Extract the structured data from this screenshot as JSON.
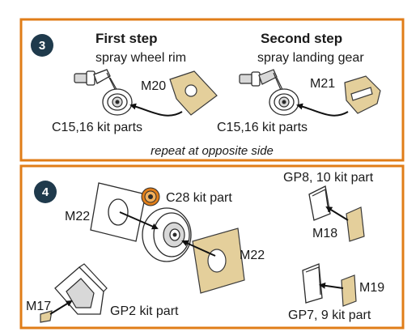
{
  "step3": {
    "number": "3",
    "first": {
      "title": "First step",
      "subtitle": "spray wheel rim",
      "mask_label": "M20",
      "parts_label": "C15,16 kit parts"
    },
    "second": {
      "title": "Second step",
      "subtitle": "spray landing gear",
      "mask_label": "M21",
      "parts_label": "C15,16 kit parts"
    },
    "note": "repeat at opposite side"
  },
  "step4": {
    "number": "4",
    "labels": {
      "m22_left": "M22",
      "c28": "C28 kit part",
      "m22_right": "M22",
      "gp8": "GP8, 10 kit part",
      "m18": "M18",
      "m19": "M19",
      "gp7": "GP7, 9 kit part",
      "m17": "M17",
      "gp2": "GP2 kit part"
    }
  },
  "colors": {
    "border": "#e07d18",
    "badge": "#1f3a4c",
    "mask": "#e4cf9b"
  }
}
